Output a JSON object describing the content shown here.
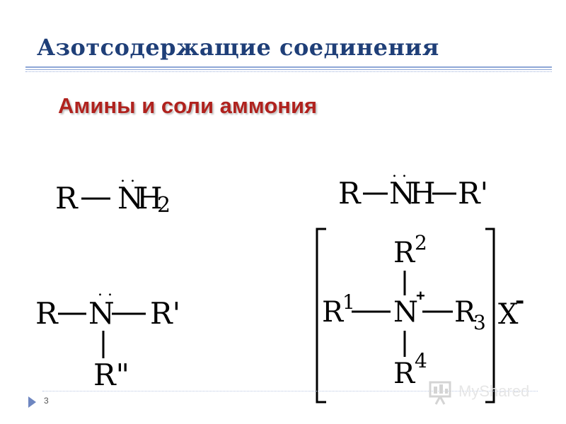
{
  "slide": {
    "title": "Азотсодержащие соединения",
    "subtitle": "Амины и соли аммония",
    "page_number": "3"
  },
  "colors": {
    "title": "#1f3f78",
    "subtitle": "#b0221e",
    "rule": "#8ea6d6"
  },
  "formulas": {
    "primary": {
      "r": "R",
      "nitrogen": "N",
      "h": "H",
      "h_index": "2",
      "lone_pair": ". ."
    },
    "secondary": {
      "r": "R",
      "nitrogen": "N",
      "h": "H",
      "r_prime": "R'",
      "lone_pair": ". ."
    },
    "tertiary": {
      "r": "R",
      "nitrogen": "N",
      "r_prime": "R'",
      "r_double_prime": "R\"",
      "lone_pair": ". ."
    },
    "ammonium": {
      "nitrogen": "N",
      "charge": "+",
      "r_top": "R",
      "r_top_index": "2",
      "r_left": "R",
      "r_left_index": "1",
      "r_right": "R",
      "r_right_index": "3",
      "r_bottom": "R",
      "r_bottom_index": "4",
      "anion": "X",
      "anion_charge": "-"
    }
  },
  "watermark": {
    "text": "MyShared",
    "icon": "presentation-board-icon"
  }
}
